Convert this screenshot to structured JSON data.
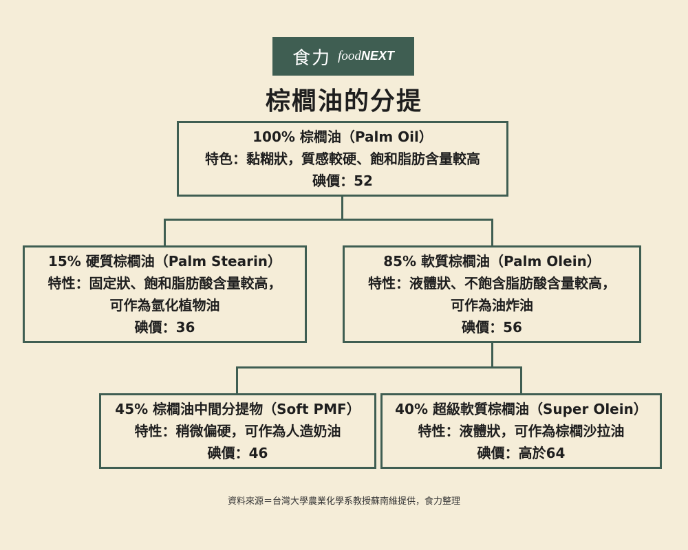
{
  "logo": {
    "cn": "食力",
    "en_food": "food",
    "en_next": "NEXT"
  },
  "title": "棕櫚油的分提",
  "nodes": {
    "root": {
      "line1": "100% 棕櫚油（Palm Oil）",
      "line2": "特色：黏糊狀，質感較硬、飽和脂肪含量較高",
      "line3": "碘價：52"
    },
    "stearin": {
      "line1": "15% 硬質棕櫚油（Palm Stearin）",
      "line2": "特性：固定狀、飽和脂肪酸含量較高，",
      "line3": "可作為氫化植物油",
      "line4": "碘價：36"
    },
    "olein": {
      "line1": "85% 軟質棕櫚油（Palm Olein）",
      "line2": "特性：液體狀、不飽含脂肪酸含量較高，",
      "line3": "可作為油炸油",
      "line4": "碘價：56"
    },
    "pmf": {
      "line1": "45% 棕櫚油中間分提物（Soft PMF）",
      "line2": "特性：稍微偏硬，可作為人造奶油",
      "line3": "碘價：46"
    },
    "super_olein": {
      "line1": "40% 超級軟質棕櫚油（Super Olein）",
      "line2": "特性：液體狀，可作為棕櫚沙拉油",
      "line3": "碘價：高於64"
    }
  },
  "footer": "資料來源＝台灣大學農業化學系教授蘇南維提供，食力整理",
  "colors": {
    "background": "#f5edd8",
    "accent": "#3f5e52",
    "text": "#1e1e1e"
  }
}
